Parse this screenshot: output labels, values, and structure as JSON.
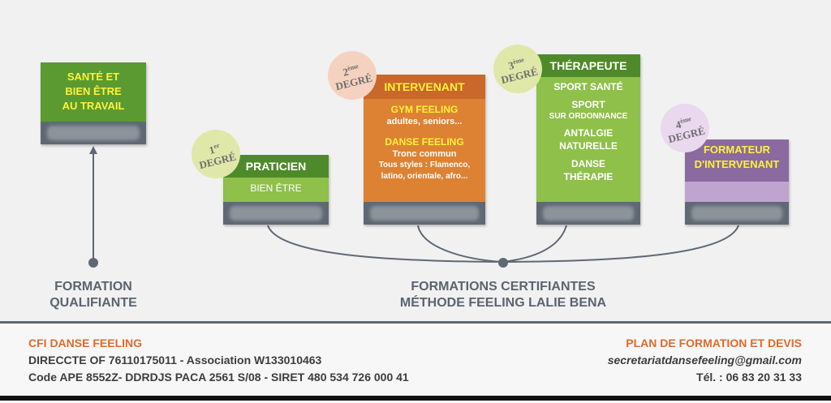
{
  "cards": {
    "sante": {
      "line1": "SANTÉ ET",
      "line2": "BIEN ÊTRE",
      "line3": "AU TRAVAIL"
    },
    "praticien": {
      "title": "PRATICIEN",
      "body": "BIEN ÊTRE"
    },
    "intervenant": {
      "title": "INTERVENANT",
      "gym_title": "GYM FEELING",
      "gym_sub": "adultes, seniors...",
      "danse_title": "DANSE FEELING",
      "danse_line1": "Tronc commun",
      "danse_line2": "Tous styles : Flamenco,",
      "danse_line3": "latino, orientale, afro..."
    },
    "therapeute": {
      "title": "THÉRAPEUTE",
      "l1": "SPORT SANTÉ",
      "l2": "SPORT",
      "l3": "SUR ORDONNANCE",
      "l4": "ANTALGIE",
      "l5": "NATURELLE",
      "l6": "DANSE",
      "l7": "THÉRAPIE"
    },
    "formateur": {
      "line1": "FORMATEUR",
      "line2": "D'INTERVENANT"
    }
  },
  "degrees": {
    "d1": {
      "num": "1",
      "sup": "er",
      "word": "DEGRÉ"
    },
    "d2": {
      "num": "2",
      "sup": "ème",
      "word": "DEGRÉ"
    },
    "d3": {
      "num": "3",
      "sup": "ème",
      "word": "DEGRÉ"
    },
    "d4": {
      "num": "4",
      "sup": "ème",
      "word": "DEGRÉ"
    }
  },
  "labels": {
    "qualifiante_l1": "FORMATION",
    "qualifiante_l2": "QUALIFIANTE",
    "certifiantes_l1": "FORMATIONS CERTIFIANTES",
    "certifiantes_l2": "MÉTHODE FEELING LALIE BENA"
  },
  "footer": {
    "org_name": "CFI DANSE FEELING",
    "line2": "DIRECCTE OF 76110175011 - Association W133010463",
    "line3": "Code APE 8552Z- DDRDJS PACA 2561 S/08 - SIRET 480 534 726 000 41",
    "plan": "PLAN DE FORMATION ET DEVIS",
    "email": "secretariatdansefeeling@gmail.com",
    "tel": "Tél. : 06 83 20 31 33"
  },
  "colors": {
    "dark_green": "#4f8a2a",
    "light_green": "#8fc04a",
    "orange": "#d97a2e",
    "purple": "#8b6aa0",
    "lavender": "#bea4cf",
    "grey": "#5f6873"
  }
}
